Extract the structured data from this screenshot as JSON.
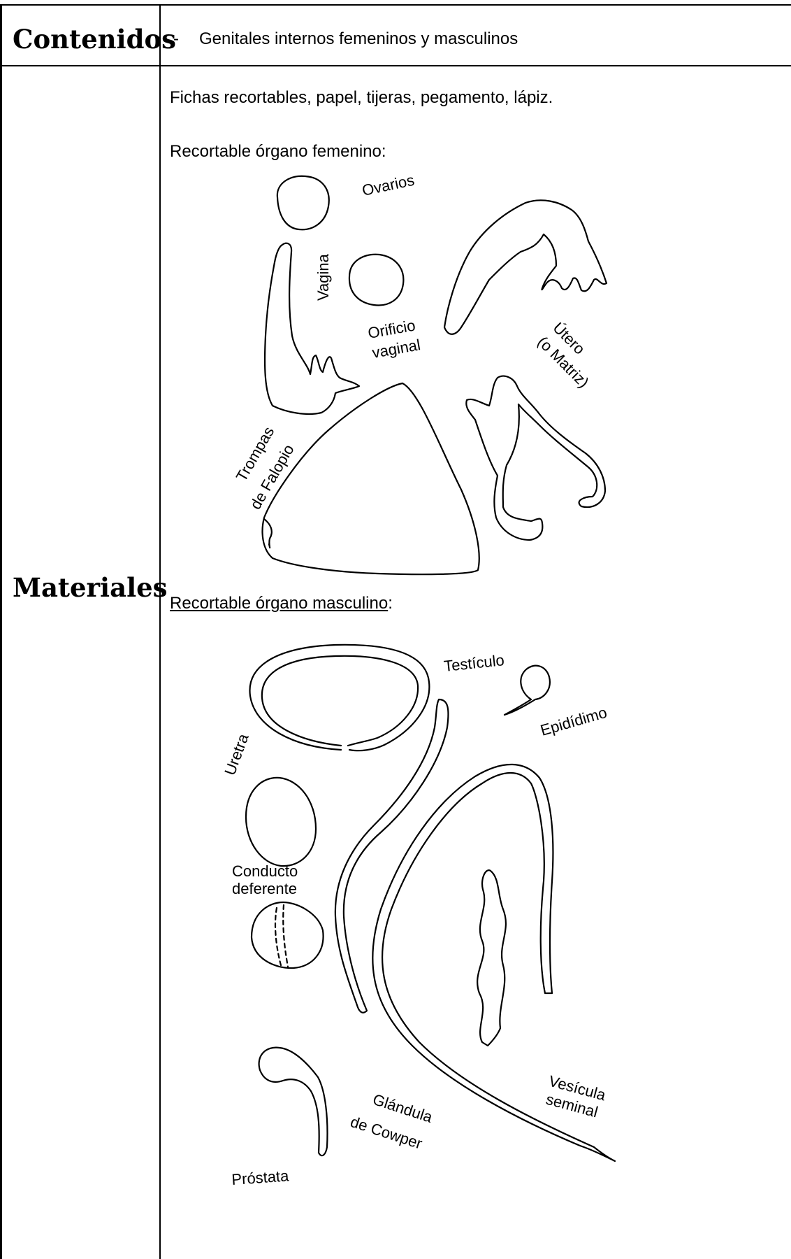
{
  "table": {
    "row1": {
      "label": "Contenidos",
      "bullet": "-",
      "content": "Genitales internos femeninos y masculinos"
    },
    "row2": {
      "label": "Materiales",
      "materials_text": "Fichas recortables, papel, tijeras, pegamento, lápiz.",
      "female_heading": "Recortable órgano femenino:",
      "male_heading": "Recortable órgano masculino",
      "male_heading_colon": ":"
    }
  },
  "female_figure": {
    "labels": {
      "ovarios": "Ovarios",
      "vagina": "Vagina",
      "orificio_1": "Orificio",
      "orificio_2": "vaginal",
      "utero_1": "Útero",
      "utero_2": "(o Matriz)",
      "trompas_1": "Trompas",
      "trompas_2": "de Falopio"
    }
  },
  "male_figure": {
    "labels": {
      "testiculo": "Testículo",
      "epididimo": "Epidídimo",
      "uretra": "Uretra",
      "conducto_1": "Conducto",
      "conducto_2": "deferente",
      "vesicula_1": "Vesícula",
      "vesicula_2": "seminal",
      "glandula_1": "Glándula",
      "glandula_2": "de Cowper",
      "prostata": "Próstata"
    }
  }
}
